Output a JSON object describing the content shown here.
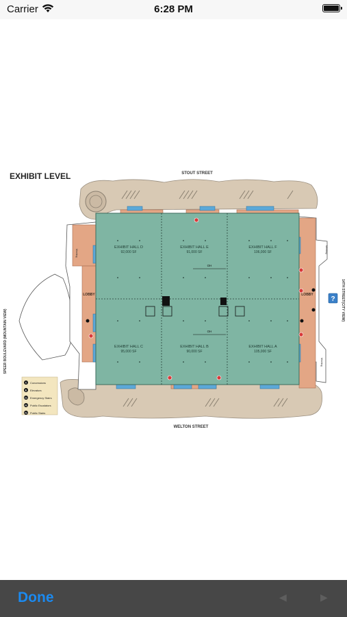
{
  "status_bar": {
    "carrier": "Carrier",
    "time": "6:28 PM"
  },
  "map": {
    "title": "EXHIBIT LEVEL",
    "streets": {
      "top": "STOUT STREET",
      "bottom": "WELTON STREET",
      "left": "SPEER BOULEVARD (MOUNTAIN VIEW)",
      "right": "14TH STREET(CITY VIEW)"
    },
    "halls": [
      {
        "name": "EXHIBIT HALL D",
        "area": "92,000 SF"
      },
      {
        "name": "EXHIBIT HALL E",
        "area": "91,000 SF"
      },
      {
        "name": "EXHIBIT HALL F",
        "area": "106,000 SF"
      },
      {
        "name": "EXHIBIT HALL C",
        "area": "95,000 SF"
      },
      {
        "name": "EXHIBIT HALL B",
        "area": "90,000 SF"
      },
      {
        "name": "EXHIBIT HALL A",
        "area": "105,000 SF"
      }
    ],
    "lobby_label": "LOBBY",
    "divider_label": "OH",
    "side_labels": [
      "Meeting",
      "Meeting",
      "Meeting"
    ],
    "legend": [
      {
        "symbol": "C",
        "label": "Concessions"
      },
      {
        "symbol": "E",
        "label": "Elevators"
      },
      {
        "symbol": "ES",
        "label": "Emergency Stairs"
      },
      {
        "symbol": "PE",
        "label": "Public Escalators"
      },
      {
        "symbol": "PS",
        "label": "Public Stairs"
      }
    ],
    "help_icon": "?",
    "colors": {
      "hall": "#7fb5a3",
      "lobby": "#e3a685",
      "walkway": "#d8c9b4",
      "meeting": "#5ca8d8"
    }
  },
  "toolbar": {
    "done_label": "Done",
    "prev_icon": "◀",
    "next_icon": "▶"
  }
}
